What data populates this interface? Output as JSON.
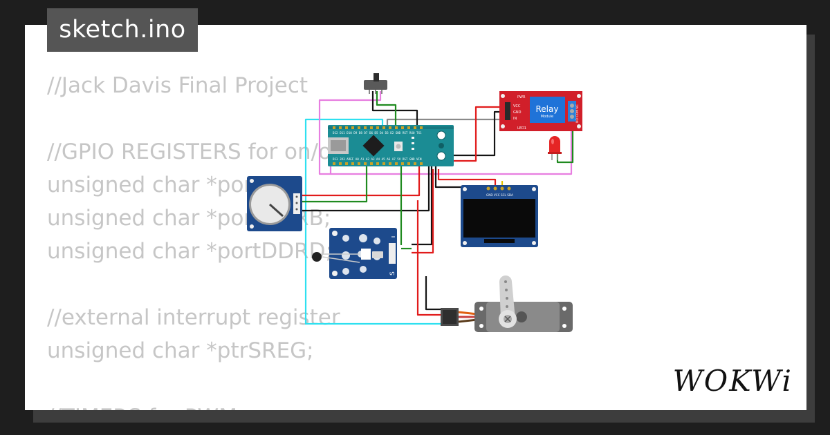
{
  "file_tab": {
    "name": "sketch.ino"
  },
  "code_lines": [
    "//Jack Davis Final Project",
    "",
    "//GPIO REGISTERS for on/off and relay",
    "unsigned char *portB;",
    "unsigned char *portDDRB;",
    "unsigned char *portDDRD;",
    "",
    "//external interrupt register",
    "unsigned char *ptrSREG;",
    "",
    "//TIMERS for PWM"
  ],
  "components": {
    "arduino_nano": {
      "pin_labels_top": "D12 D11 D10 D9 D8 D7 D6 D5 D4 D3 D2 GND RST RX0 TX1",
      "pin_labels_bottom": "D13 3V3 AREF A0 A1 A2 A3 A4 A5 A6 A7 5V RST GND VIN"
    },
    "relay_module": {
      "title": "Relay",
      "subtitle": "Module",
      "pins": [
        "VCC",
        "GND",
        "IN"
      ],
      "labels": [
        "PWR",
        "LED1"
      ],
      "terminals": "NO COM NC"
    },
    "oled_display": {
      "pins": "GND VCC SCL SDA"
    }
  },
  "colors": {
    "wire_red": "#e11b1b",
    "wire_black": "#141414",
    "wire_green": "#1f8a1f",
    "wire_cyan": "#2ee0f0",
    "wire_pink": "#e77ee0",
    "wire_gray": "#8a8a8a",
    "nano_board": "#1b8c94",
    "relay_board": "#d11f2a",
    "oled_board": "#1d4a8c",
    "sensor_board": "#1d4a8c"
  },
  "brand": {
    "logo_text": "WOKWi"
  }
}
